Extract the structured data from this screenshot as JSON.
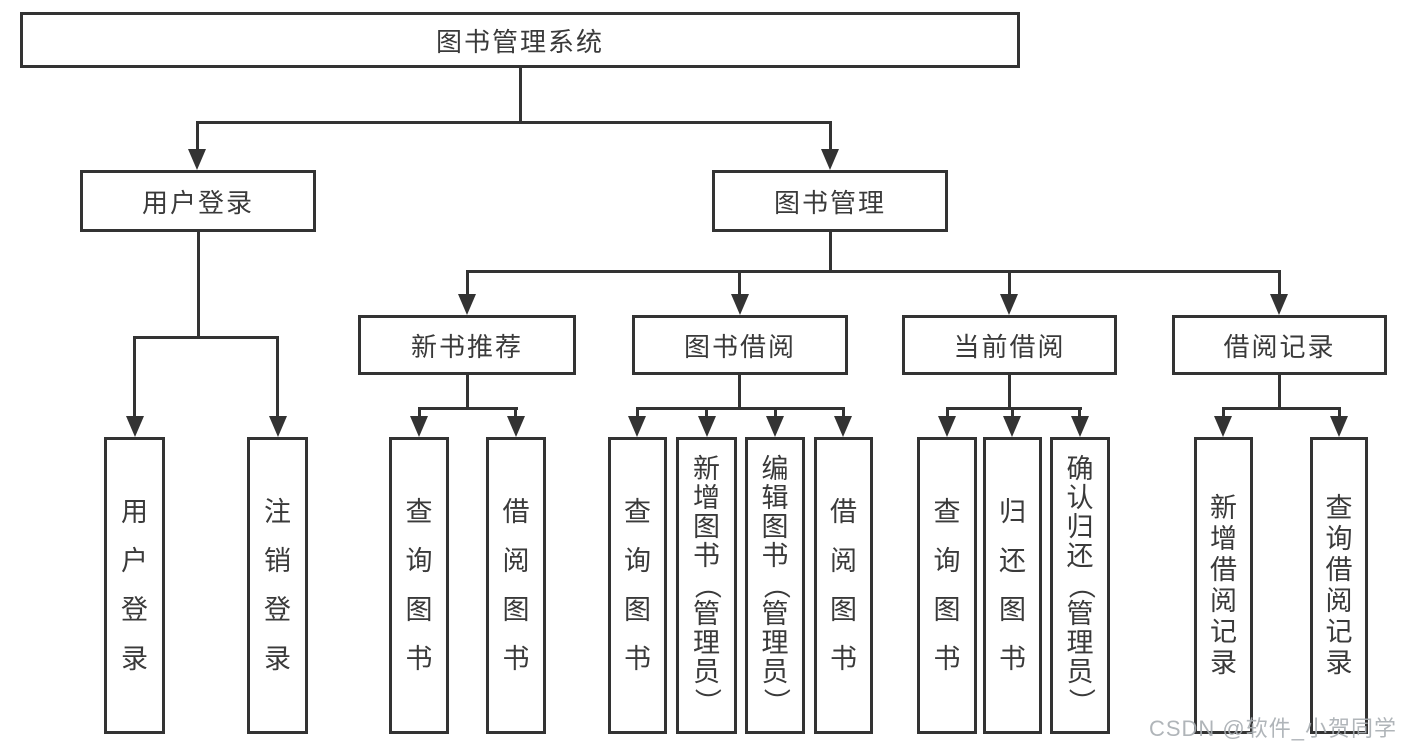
{
  "colors": {
    "line": "#333333",
    "text": "#3a3a3a",
    "background": "#ffffff",
    "watermark": "#a8adb2"
  },
  "diagram": {
    "root": {
      "label": "图书管理系统"
    },
    "level2": [
      {
        "label": "用户登录"
      },
      {
        "label": "图书管理"
      }
    ],
    "level3": [
      {
        "label": "新书推荐"
      },
      {
        "label": "图书借阅"
      },
      {
        "label": "当前借阅"
      },
      {
        "label": "借阅记录"
      }
    ],
    "leaves": {
      "user_login": [
        "用户登录",
        "注销登录"
      ],
      "new_book_recommend": [
        "查询图书",
        "借阅图书"
      ],
      "book_borrowing": [
        "查询图书",
        "新增图书（管理员）",
        "编辑图书（管理员）",
        "借阅图书"
      ],
      "current_borrowing": [
        "查询图书",
        "归还图书",
        "确认归还（管理员）"
      ],
      "borrowing_records": [
        "新增借阅记录",
        "查询借阅记录"
      ]
    }
  },
  "watermark": {
    "text": "CSDN @软件_小贺同学"
  }
}
